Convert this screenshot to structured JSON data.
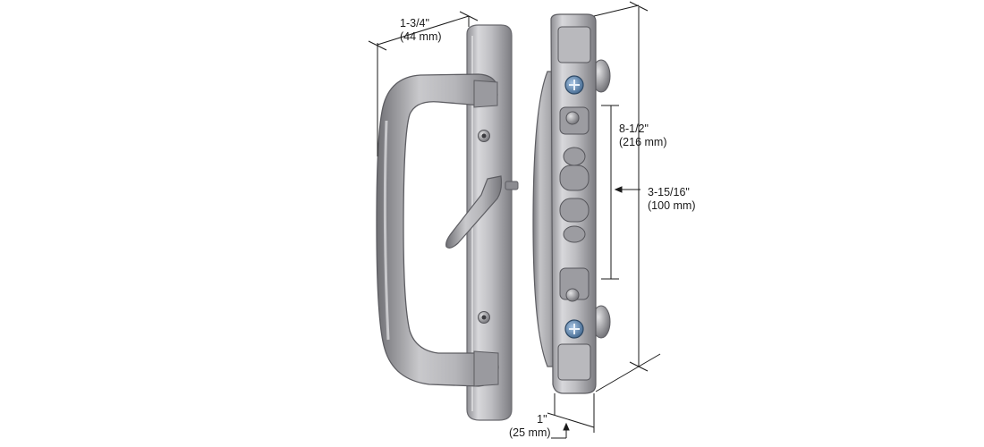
{
  "colors": {
    "background": "#ffffff",
    "dimension_line": "#1a1a1a",
    "metal_light": "#d9d9dc",
    "metal_mid": "#a8a8ad",
    "metal_dark": "#6b6b70",
    "screw_blue": "#5b86b0"
  },
  "dimensions": {
    "width_top": {
      "imperial": "1-3/4\"",
      "metric": "(44 mm)"
    },
    "height_total": {
      "imperial": "8-1/2\"",
      "metric": "(216 mm)"
    },
    "height_hole": {
      "imperial": "3-15/16\"",
      "metric": "(100 mm)"
    },
    "depth": {
      "imperial": "1\"",
      "metric": "(25 mm)"
    }
  }
}
